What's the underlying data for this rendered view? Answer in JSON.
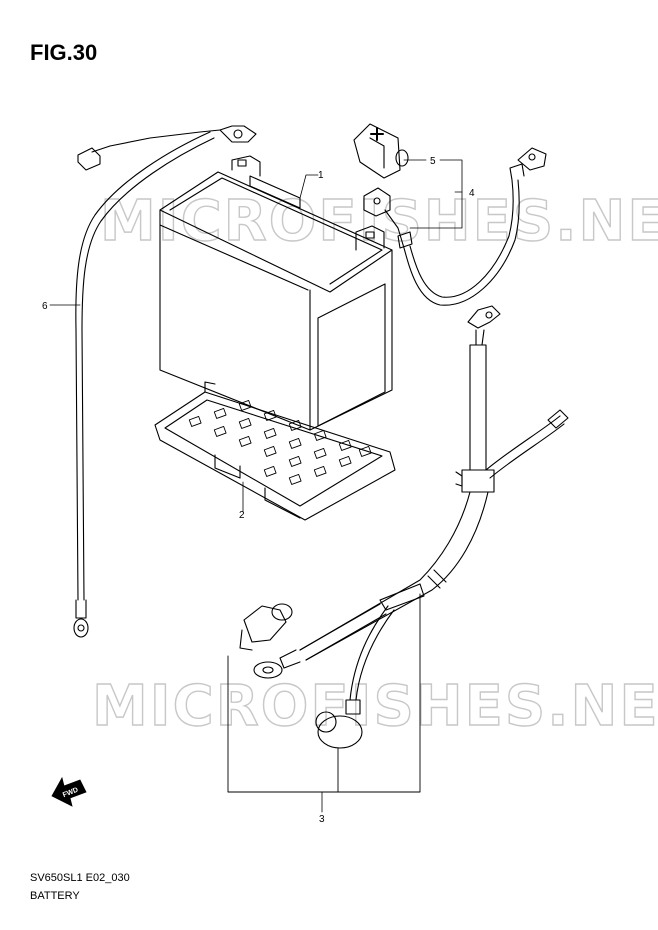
{
  "figure": {
    "title": "FIG.30",
    "code": "SV650SL1 E02_030",
    "name": "BATTERY"
  },
  "watermark": "MICROFISHES.NET",
  "callouts": [
    "1",
    "2",
    "3",
    "4",
    "5",
    "6"
  ],
  "direction_marker": "FWD"
}
